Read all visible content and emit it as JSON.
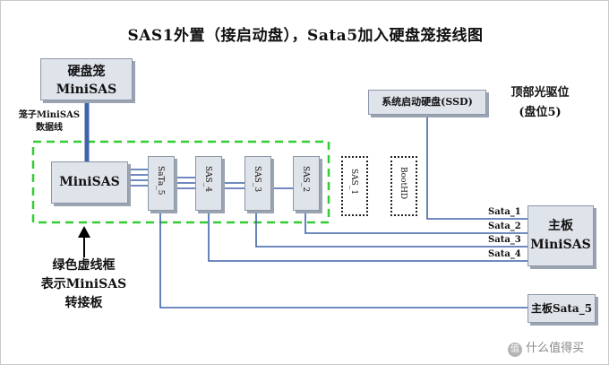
{
  "title": "SAS1外置（接启动盘），Sata5加入硬盘笼接线图",
  "cage_box": {
    "line1": "硬盘笼",
    "line2": "MiniSAS"
  },
  "cable_label": {
    "line1": "笼子MiniSAS",
    "line2": "数据线"
  },
  "adapter": {
    "minisas": "MiniSAS",
    "ports": [
      "SaTa_5",
      "SAS_4",
      "SAS_3",
      "SAS_2"
    ],
    "dotted_ports": [
      "SAS_1",
      "BootHD"
    ]
  },
  "legend_note": {
    "line1": "绿色虚线框",
    "line2": "表示MiniSAS",
    "line3": "转接板"
  },
  "ssd_box": "系统启动硬盘(SSD)",
  "optical_label": {
    "line1": "顶部光驱位",
    "line2": "(盘位5)"
  },
  "board_box": {
    "line1": "主板",
    "line2": "MiniSAS"
  },
  "sata_labels": [
    "Sata_1",
    "Sata_2",
    "Sata_3",
    "Sata_4"
  ],
  "board_sata5": "主板Sata_5",
  "watermark": {
    "icon": "值",
    "text": "什么值得买"
  },
  "colors": {
    "line": "#3f63a8",
    "dashed_frame": "#33cc33",
    "box_fill": "#dfe3ea",
    "box_shadow": "#9aa3b0"
  }
}
